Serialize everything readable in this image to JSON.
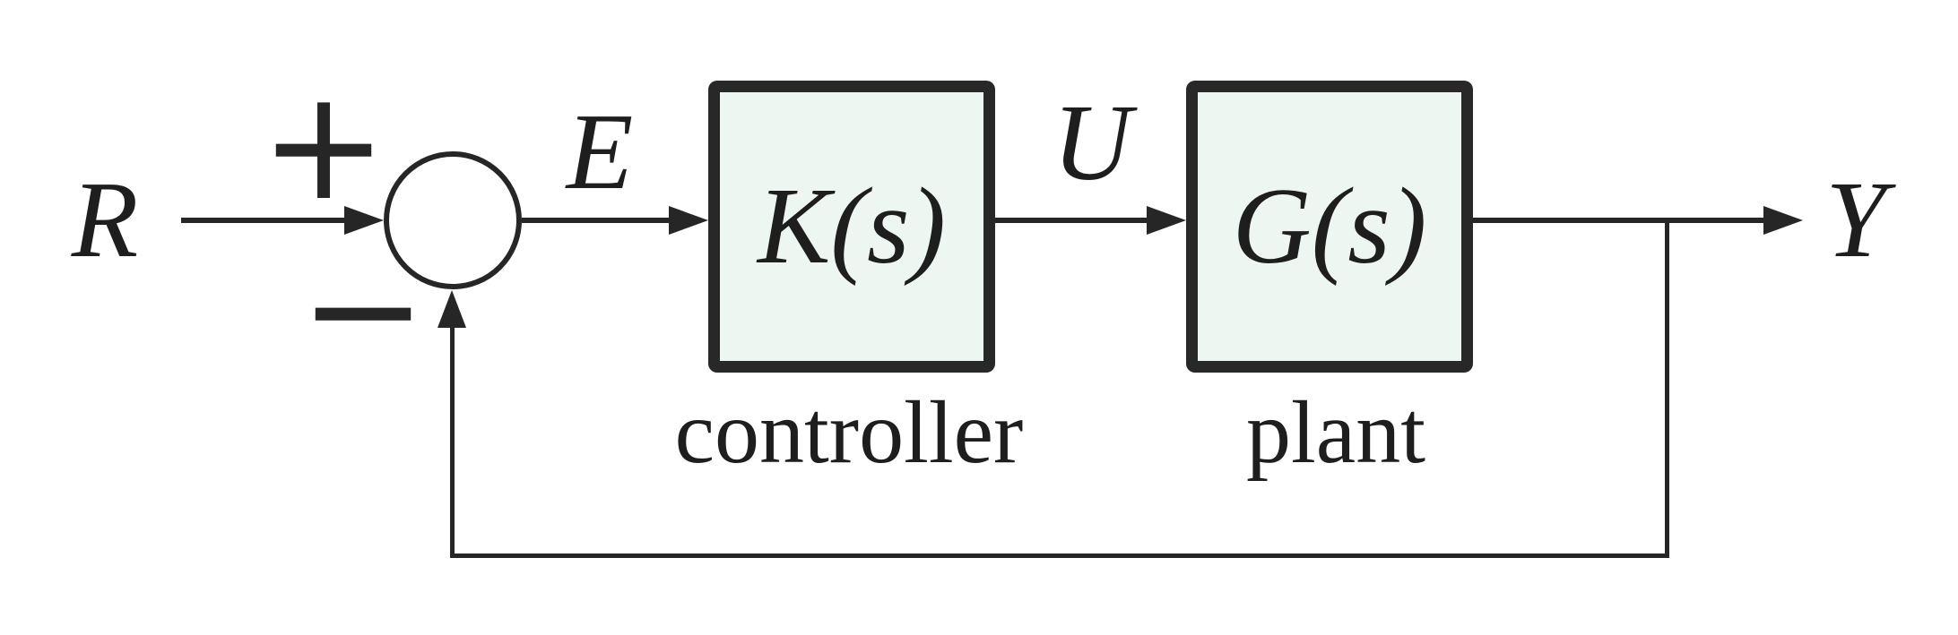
{
  "diagram": {
    "type": "block-diagram",
    "description": "closed-loop negative feedback control system",
    "signals": {
      "reference": "R",
      "error": "E",
      "control": "U",
      "output": "Y"
    },
    "summing_junction": {
      "shape": "circle",
      "plus": "+",
      "minus": "−"
    },
    "blocks": [
      {
        "id": "controller",
        "math_label": "K(s)",
        "caption": "controller"
      },
      {
        "id": "plant",
        "math_label": "G(s)",
        "caption": "plant"
      }
    ],
    "connections": [
      "R -> summing junction (+)",
      "summing junction -> K(s) as E",
      "K(s) -> G(s) as U",
      "G(s) -> Y",
      "Y branch -> summing junction (−) feedback"
    ],
    "colors": {
      "background": "#ffffff",
      "stroke": "#262626",
      "block_border": "#282828",
      "block_fill": "#edf6f1",
      "text": "#1e1e1e"
    }
  }
}
